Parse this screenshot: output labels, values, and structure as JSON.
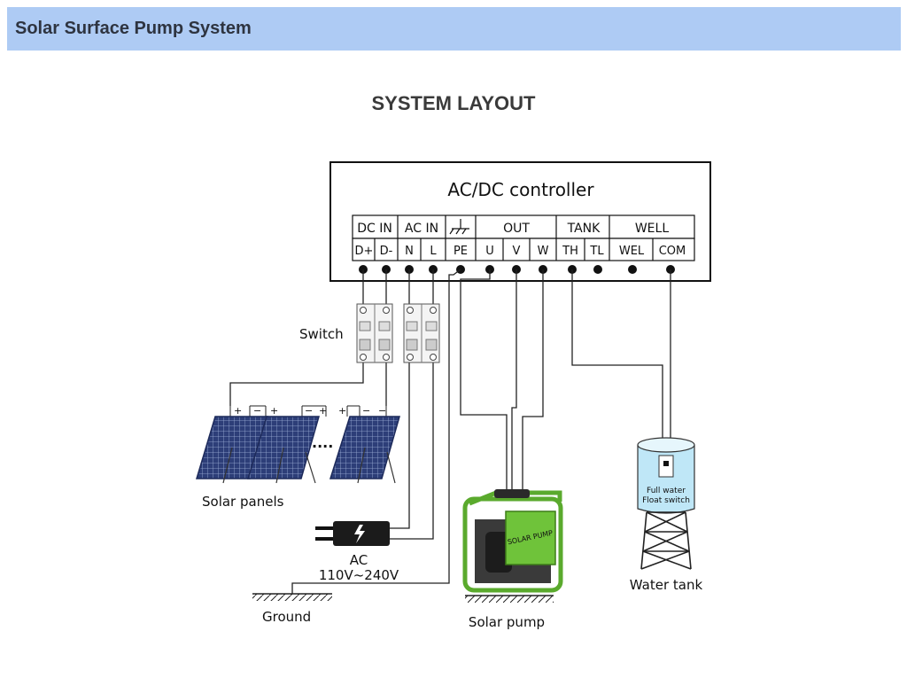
{
  "header": {
    "title": "Solar Surface Pump System"
  },
  "section": {
    "title": "SYSTEM LAYOUT"
  },
  "diagram": {
    "controller_title": "AC/DC controller",
    "groups": [
      "DC IN",
      "AC IN",
      "OUT",
      "TANK",
      "WELL"
    ],
    "terminals": [
      "D+",
      "D-",
      "N",
      "L",
      "PE",
      "U",
      "V",
      "W",
      "TH",
      "TL",
      "WEL",
      "COM"
    ],
    "labels": {
      "switch": "Switch",
      "solar_panels": "Solar panels",
      "panel_dots": "....",
      "ac": "AC",
      "ac_voltage": "110V~240V",
      "ground": "Ground",
      "solar_pump": "Solar pump",
      "water_tank": "Water tank",
      "float_switch_1": "Full water",
      "float_switch_2": "Float switch",
      "pump_brand": "SOLAR PUMP"
    },
    "colors": {
      "pump_frame": "#5aaa2d",
      "pump_body": "#6fc33a",
      "tank_water": "#bfe7f7",
      "panel": "#2d3e78"
    }
  }
}
